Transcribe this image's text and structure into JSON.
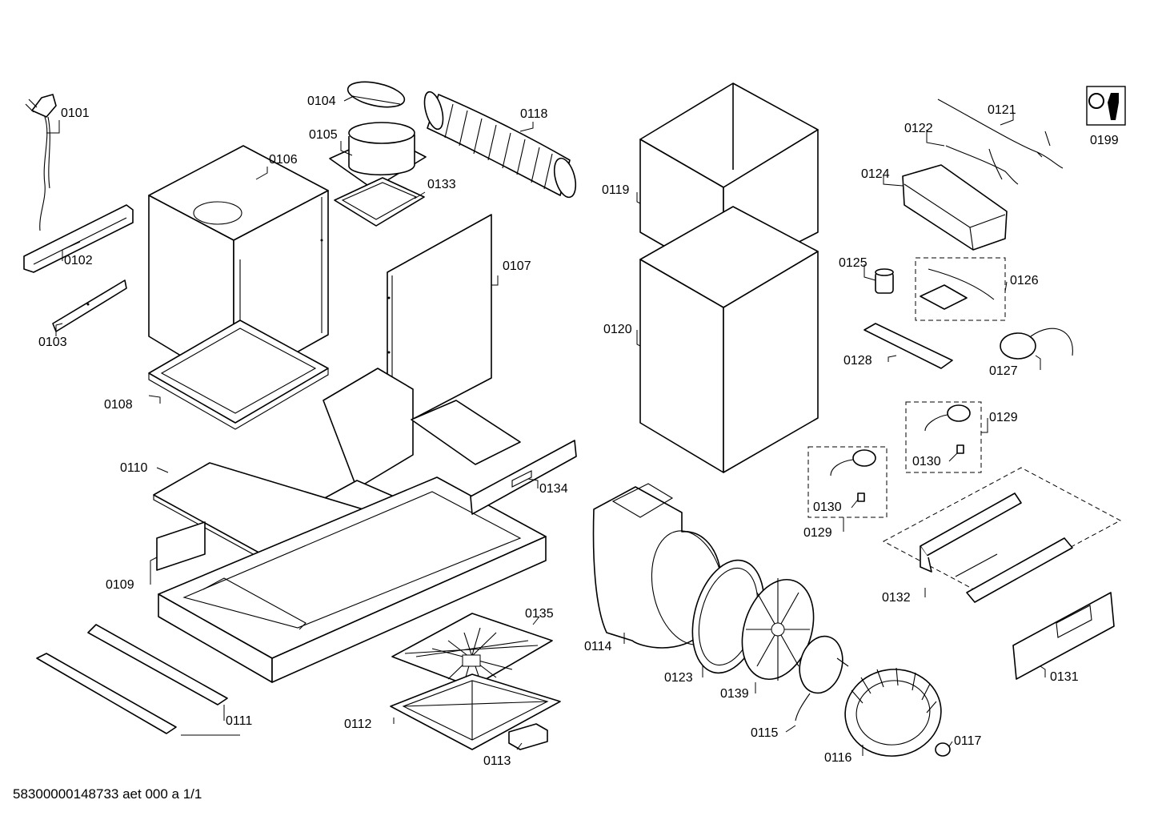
{
  "diagram": {
    "document_number": "58300000148733 aet 000 a 1/1",
    "callouts": [
      {
        "id": "p0101",
        "text": "0101"
      },
      {
        "id": "p0102",
        "text": "0102"
      },
      {
        "id": "p0103",
        "text": "0103"
      },
      {
        "id": "p0104",
        "text": "0104"
      },
      {
        "id": "p0105",
        "text": "0105"
      },
      {
        "id": "p0106",
        "text": "0106"
      },
      {
        "id": "p0107",
        "text": "0107"
      },
      {
        "id": "p0108",
        "text": "0108"
      },
      {
        "id": "p0109",
        "text": "0109"
      },
      {
        "id": "p0110",
        "text": "0110"
      },
      {
        "id": "p0111",
        "text": "0111"
      },
      {
        "id": "p0112",
        "text": "0112"
      },
      {
        "id": "p0113",
        "text": "0113"
      },
      {
        "id": "p0114",
        "text": "0114"
      },
      {
        "id": "p0115",
        "text": "0115"
      },
      {
        "id": "p0116",
        "text": "0116"
      },
      {
        "id": "p0117",
        "text": "0117"
      },
      {
        "id": "p0118",
        "text": "0118"
      },
      {
        "id": "p0119",
        "text": "0119"
      },
      {
        "id": "p0120",
        "text": "0120"
      },
      {
        "id": "p0121",
        "text": "0121"
      },
      {
        "id": "p0122",
        "text": "0122"
      },
      {
        "id": "p0123",
        "text": "0123"
      },
      {
        "id": "p0124",
        "text": "0124"
      },
      {
        "id": "p0125",
        "text": "0125"
      },
      {
        "id": "p0126",
        "text": "0126"
      },
      {
        "id": "p0127",
        "text": "0127"
      },
      {
        "id": "p0128",
        "text": "0128"
      },
      {
        "id": "p0129a",
        "text": "0129"
      },
      {
        "id": "p0129b",
        "text": "0129"
      },
      {
        "id": "p0130a",
        "text": "0130"
      },
      {
        "id": "p0130b",
        "text": "0130"
      },
      {
        "id": "p0131",
        "text": "0131"
      },
      {
        "id": "p0132",
        "text": "0132"
      },
      {
        "id": "p0133",
        "text": "0133"
      },
      {
        "id": "p0134",
        "text": "0134"
      },
      {
        "id": "p0135",
        "text": "0135"
      },
      {
        "id": "p0139",
        "text": "0139"
      },
      {
        "id": "p0199",
        "text": "0199"
      }
    ]
  }
}
